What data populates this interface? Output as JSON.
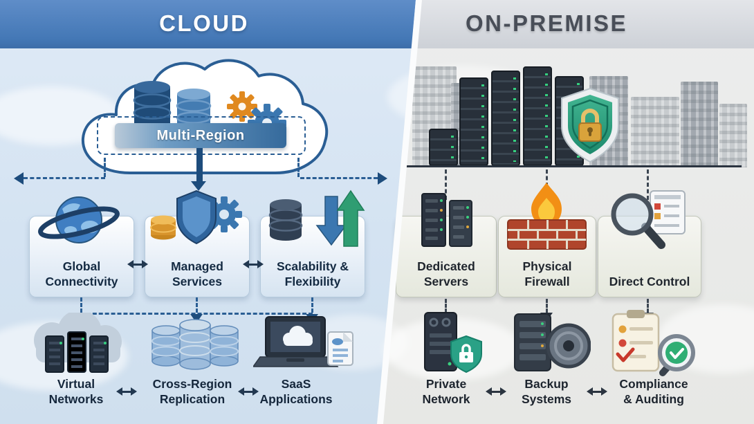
{
  "header": {
    "cloud_title": "CLOUD",
    "onprem_title": "ON-PREMISE"
  },
  "cloud": {
    "banner_label": "Multi-Region",
    "features": [
      {
        "label": "Global Connectivity",
        "icon": "globe-icon"
      },
      {
        "label": "Managed Services",
        "icon": "shield-gear-icon"
      },
      {
        "label": "Scalability & Flexibility",
        "icon": "database-arrows-icon"
      }
    ],
    "items": [
      {
        "label": "Virtual Networks",
        "icon": "cloud-servers-icon"
      },
      {
        "label": "Cross-Region Replication",
        "icon": "replicated-databases-icon"
      },
      {
        "label": "SaaS Applications",
        "icon": "laptop-cloud-icon"
      }
    ]
  },
  "onprem": {
    "features": [
      {
        "label": "Dedicated Servers",
        "icon": "server-rack-icon"
      },
      {
        "label": "Physical Firewall",
        "icon": "brick-firewall-icon"
      },
      {
        "label": "Direct Control",
        "icon": "magnifier-panel-icon"
      }
    ],
    "items": [
      {
        "label": "Private Network",
        "icon": "server-shield-icon"
      },
      {
        "label": "Backup Systems",
        "icon": "backup-disk-icon"
      },
      {
        "label": "Compliance & Auditing",
        "icon": "checklist-magnifier-icon"
      }
    ]
  },
  "colors": {
    "cloud_header": "#4478b6",
    "cloud_panel": "#d8e5f2",
    "onprem_header": "#d8dbe0",
    "onprem_panel": "#e9eae7",
    "accent_blue": "#2a5e94",
    "shield_green": "#2aa186",
    "brick_red": "#b0452c",
    "flame_orange": "#f28f15"
  }
}
